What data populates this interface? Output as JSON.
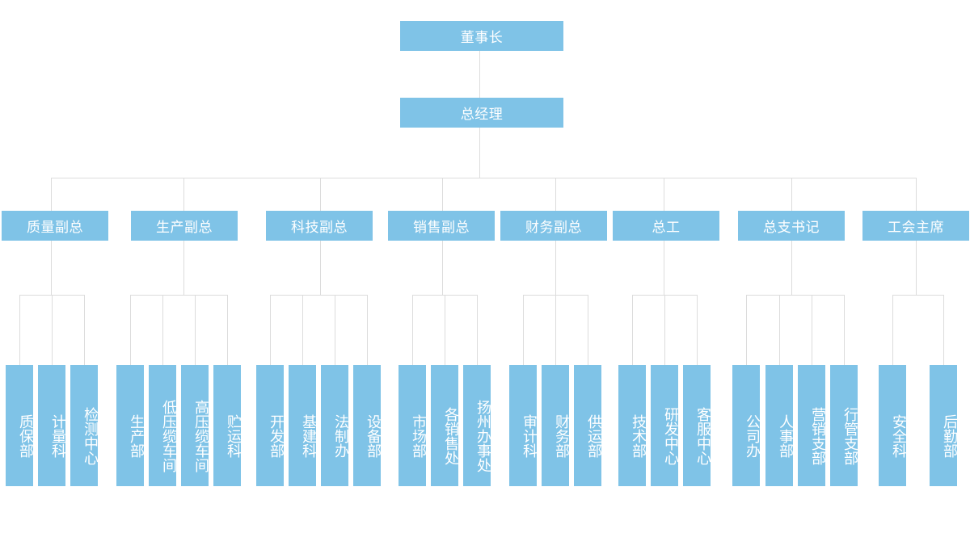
{
  "colors": {
    "box": "#7fc3e7",
    "text": "#ffffff",
    "line": "#dcdcdc"
  },
  "chairman": "董事长",
  "gm": "总经理",
  "vps": [
    {
      "label": "质量副总",
      "depts": [
        "质保部",
        "计量科",
        "检测中心"
      ]
    },
    {
      "label": "生产副总",
      "depts": [
        "生产部",
        "低压缆车间",
        "高压缆车间",
        "贮运科"
      ]
    },
    {
      "label": "科技副总",
      "depts": [
        "开发部",
        "基建科",
        "法制办",
        "设备部"
      ]
    },
    {
      "label": "销售副总",
      "depts": [
        "市场部",
        "各销售处",
        "扬州办事处"
      ]
    },
    {
      "label": "财务副总",
      "depts": [
        "审计科",
        "财务部",
        "供运部"
      ]
    },
    {
      "label": "总工",
      "depts": [
        "技术部",
        "研发中心",
        "客服中心"
      ]
    },
    {
      "label": "总支书记",
      "depts": [
        "公司办",
        "人事部",
        "营销支部",
        "行管支部"
      ]
    },
    {
      "label": "工会主席",
      "depts": [
        "安全科",
        "后勤部"
      ]
    }
  ]
}
